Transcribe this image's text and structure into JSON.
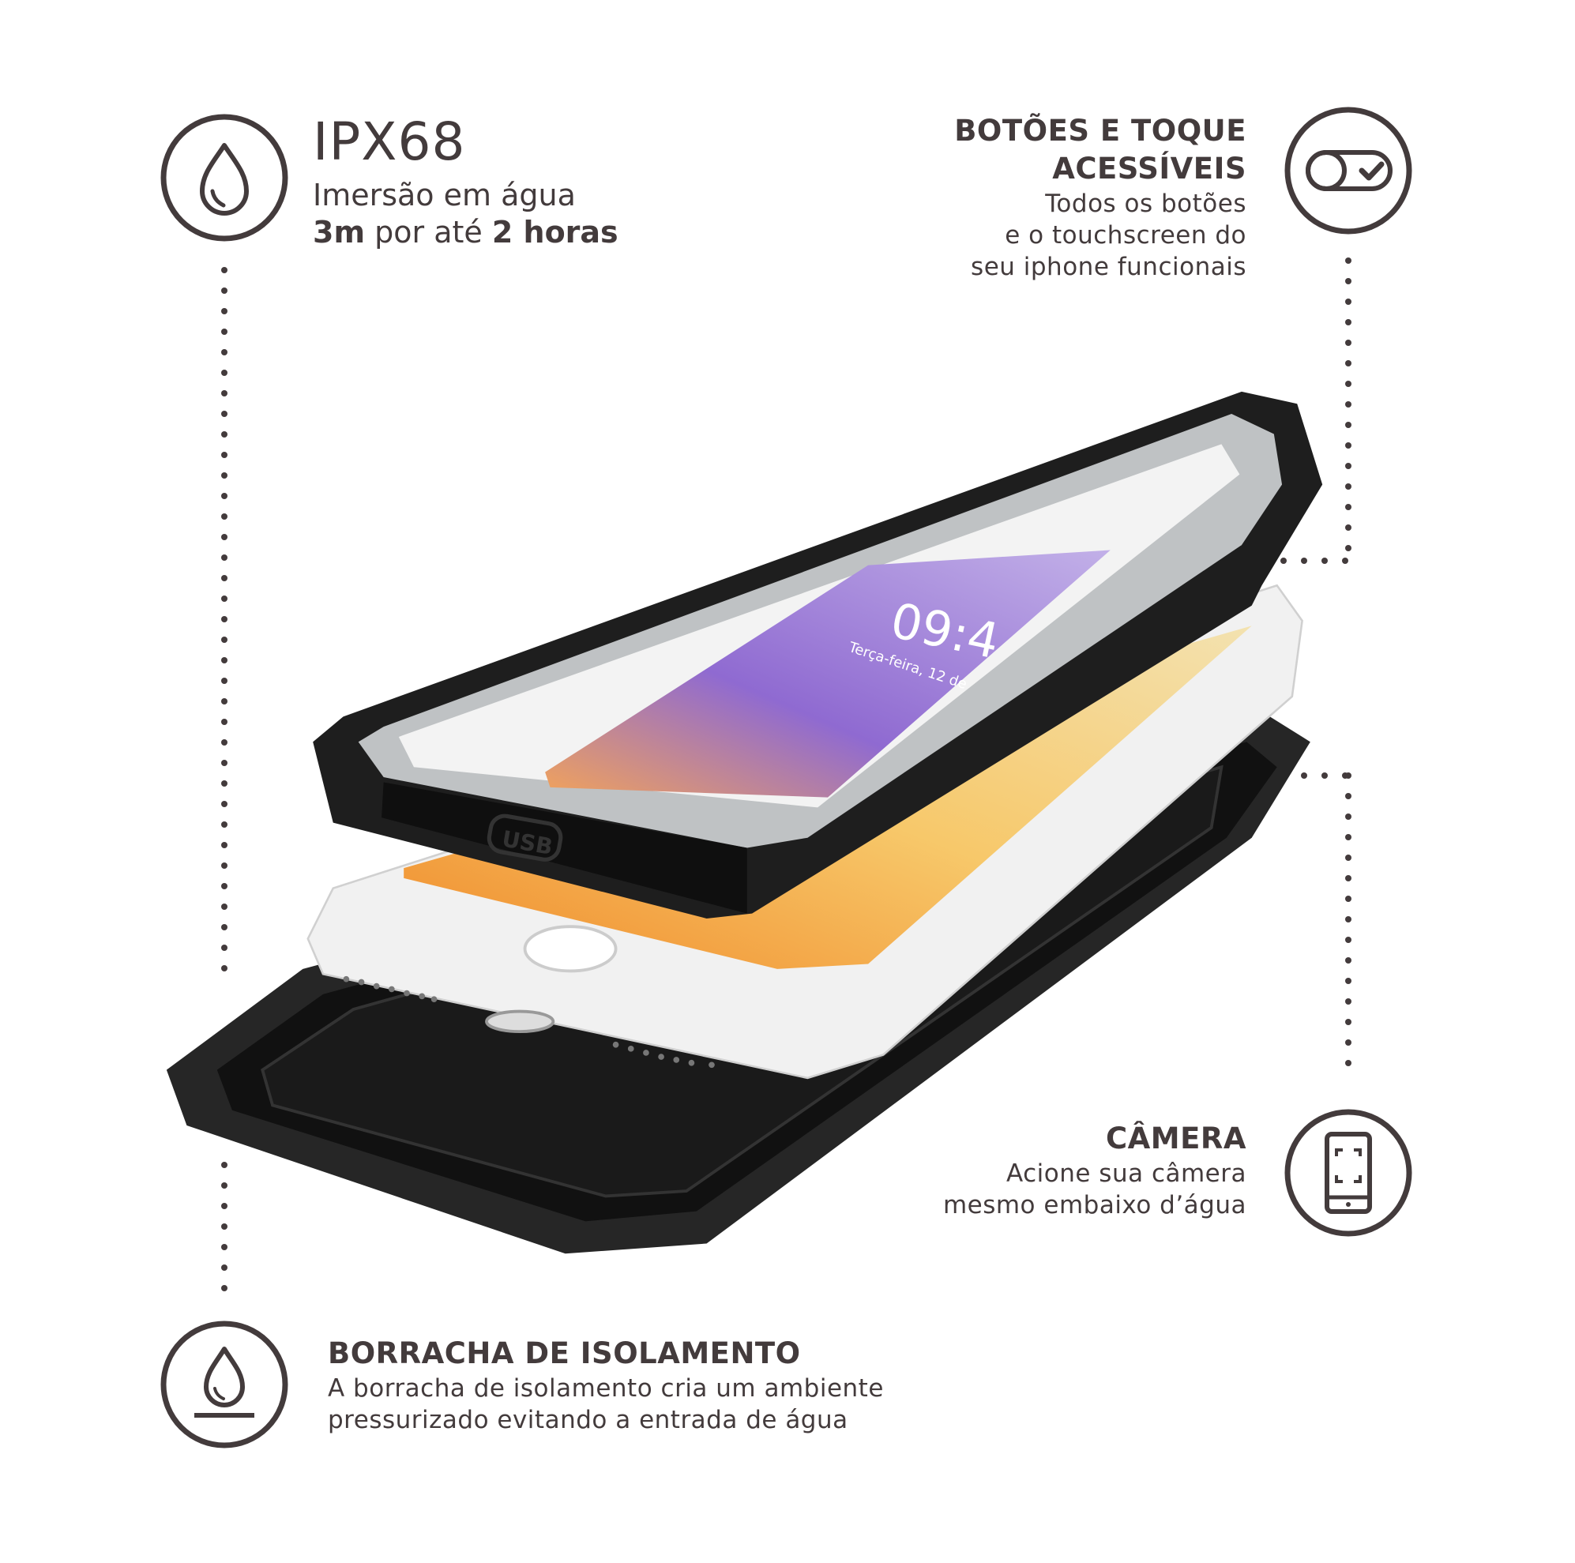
{
  "colors": {
    "text": "#433b3c",
    "case": "#1f1f1f",
    "background": "#ffffff"
  },
  "features": {
    "waterproof": {
      "icon": "water-drop-icon",
      "title": "IPX68",
      "line1": "Imersão em água",
      "line2_bold_a": "3m",
      "line2_mid": " por até ",
      "line2_bold_b": "2 horas"
    },
    "buttons": {
      "icon": "toggle-check-icon",
      "title_line1": "BOTÕES E TOQUE",
      "title_line2": "ACESSÍVEIS",
      "line1": "Todos os botões",
      "line2": "e o touchscreen do",
      "line3": "seu iphone funcionais"
    },
    "camera": {
      "icon": "phone-camera-icon",
      "title": "CÂMERA",
      "line1": "Acione sua câmera",
      "line2": "mesmo embaixo d’água"
    },
    "seal": {
      "icon": "water-drop-seal-icon",
      "title": "BORRACHA DE ISOLAMENTO",
      "line1": "A borracha de isolamento cria um ambiente",
      "line2": "pressurizado evitando a entrada de água"
    }
  },
  "product_image": {
    "port_label": "USB",
    "screen_time": "09:4",
    "screen_date": "Terça-feira, 12 de"
  }
}
